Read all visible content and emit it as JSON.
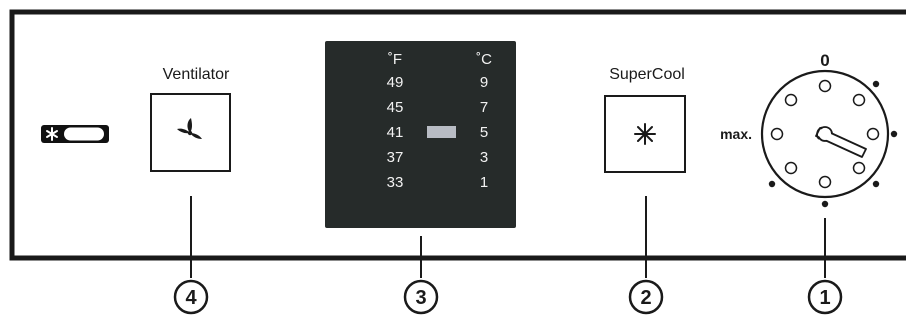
{
  "indicator": {
    "icon": "snowflake-indicator-icon"
  },
  "ventilator": {
    "label": "Ventilator",
    "icon": "fan-icon"
  },
  "display": {
    "unit_f": "˚F",
    "unit_c": "˚C",
    "rows": [
      {
        "f": "49",
        "c": "9"
      },
      {
        "f": "45",
        "c": "7"
      },
      {
        "f": "41",
        "c": "5"
      },
      {
        "f": "37",
        "c": "3"
      },
      {
        "f": "33",
        "c": "1"
      }
    ],
    "highlight_row": 2,
    "colors": {
      "background": "#262b2a",
      "text": "#f2f2f2",
      "marker": "#b8bcc4"
    }
  },
  "supercool": {
    "label": "SuperCool",
    "icon": "snowflake-icon"
  },
  "dial": {
    "top_label": "0",
    "left_label": "max.",
    "knob_icon": "dial-knob-icon"
  },
  "callouts": {
    "c1": "1",
    "c2": "2",
    "c3": "3",
    "c4": "4"
  }
}
